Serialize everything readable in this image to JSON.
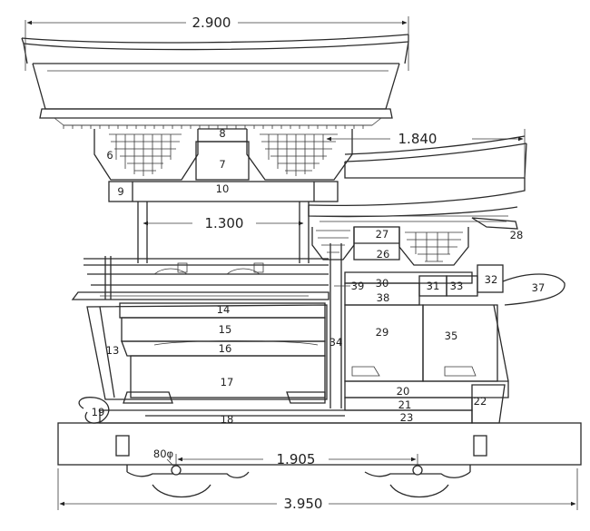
{
  "dimensions": {
    "roof_width": "2.900",
    "rear_roof_width": "1.840",
    "pillar_span": "1.300",
    "wheel_base": "1.905",
    "total_length": "3.950",
    "wheel_diameter": "80φ"
  },
  "parts": [
    {
      "num": "6"
    },
    {
      "num": "7"
    },
    {
      "num": "8"
    },
    {
      "num": "9"
    },
    {
      "num": "10"
    },
    {
      "num": "13"
    },
    {
      "num": "14"
    },
    {
      "num": "15"
    },
    {
      "num": "16"
    },
    {
      "num": "17"
    },
    {
      "num": "18"
    },
    {
      "num": "19"
    },
    {
      "num": "20"
    },
    {
      "num": "21"
    },
    {
      "num": "22"
    },
    {
      "num": "23"
    },
    {
      "num": "26"
    },
    {
      "num": "27"
    },
    {
      "num": "28"
    },
    {
      "num": "29"
    },
    {
      "num": "30"
    },
    {
      "num": "31"
    },
    {
      "num": "32"
    },
    {
      "num": "33"
    },
    {
      "num": "34"
    },
    {
      "num": "35"
    },
    {
      "num": "37"
    },
    {
      "num": "38"
    },
    {
      "num": "39"
    }
  ]
}
